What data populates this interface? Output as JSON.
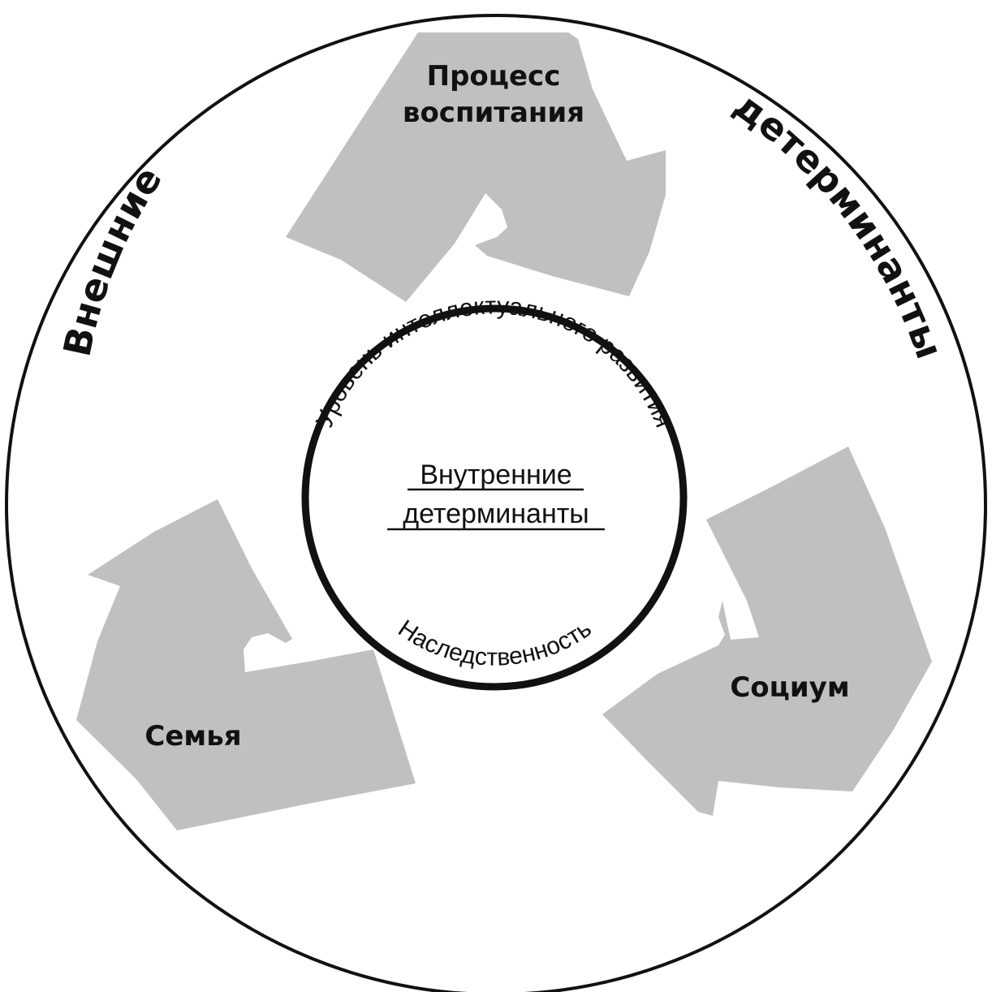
{
  "outer": {
    "left_label": "Внешние",
    "right_label": "детерминанты"
  },
  "arrows": {
    "top_line1": "Процесс",
    "top_line2": "воспитания",
    "left": "Семья",
    "right": "Социум"
  },
  "inner": {
    "arc_top": "Уровень интеллектуального развития",
    "arc_bottom": "Наследственность",
    "center_line1": "Внутренние",
    "center_line2": "детерминанты"
  },
  "colors": {
    "arrow_fill": "#c0c0c0",
    "stroke": "#111111"
  }
}
